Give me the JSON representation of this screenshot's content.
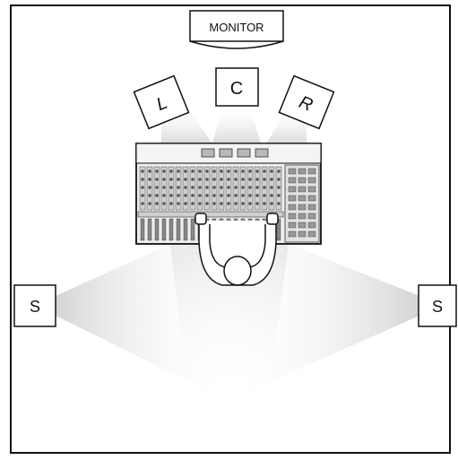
{
  "monitor": {
    "label": "MONITOR"
  },
  "speakers": {
    "left": {
      "label": "L"
    },
    "center": {
      "label": "C"
    },
    "right": {
      "label": "R"
    },
    "surround_left": {
      "label": "S"
    },
    "surround_right": {
      "label": "S"
    }
  },
  "colors": {
    "border": "#111111",
    "beam": "#d9d9d9",
    "console": "#e6e6e6",
    "paper": "#ffffff"
  }
}
